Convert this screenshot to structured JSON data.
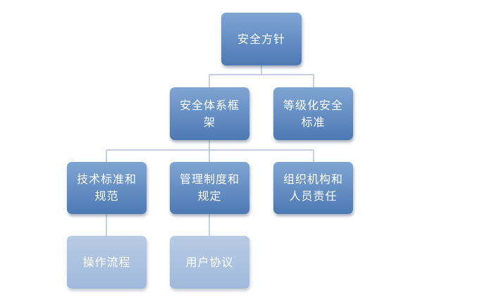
{
  "diagram": {
    "root": {
      "label": "安全方针"
    },
    "level2": [
      {
        "label": "安全体系框架"
      },
      {
        "label": "等级化安全标准"
      }
    ],
    "level3": [
      {
        "label": "技术标准和规范"
      },
      {
        "label": "管理制度和规定"
      },
      {
        "label": "组织机构和人员责任"
      }
    ],
    "level4": [
      {
        "label": "操作流程"
      },
      {
        "label": "用户协议"
      }
    ],
    "colors": {
      "node_dark_top": "#7fa5d3",
      "node_dark_bottom": "#4d79b4",
      "node_light": "#a9c0df",
      "connector": "#9fb4d2",
      "text": "#ffffff"
    }
  }
}
